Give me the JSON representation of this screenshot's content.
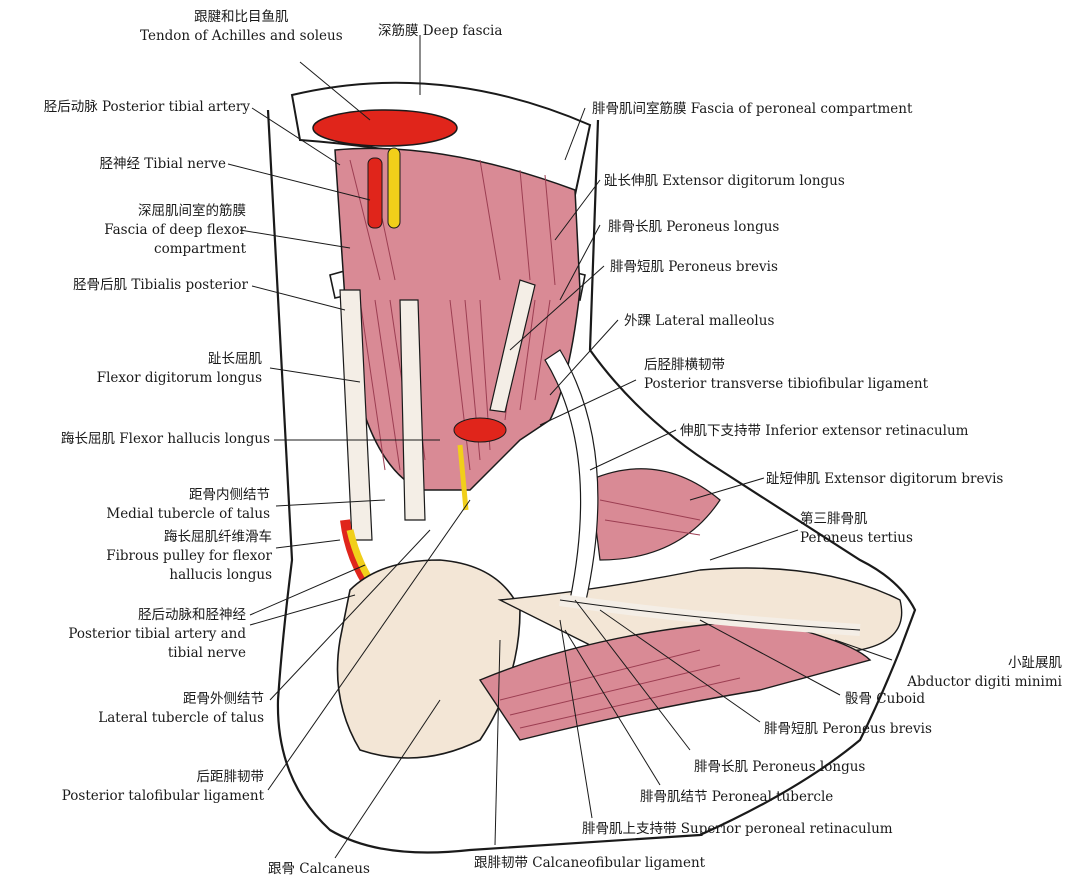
{
  "colors": {
    "muscle": "#d98a95",
    "muscle_dark": "#9c3e52",
    "tendon": "#f4eee6",
    "bone": "#f3e6d6",
    "artery": "#e0251b",
    "nerve": "#f1cf1a",
    "outline": "#1a1a1a",
    "fascia": "#ffffff"
  },
  "labels": {
    "achilles": [
      "跟腱和比目鱼肌",
      "Tendon of Achilles and soleus"
    ],
    "deep_fascia": [
      "深筋膜 Deep fascia"
    ],
    "post_tibial_artery": [
      "胫后动脉 Posterior tibial artery"
    ],
    "tibial_nerve": [
      "胫神经 Tibial nerve"
    ],
    "fascia_deep_flexor": [
      "深屈肌间室的筋膜",
      "Fascia of deep flexor",
      "compartment"
    ],
    "tibialis_posterior": [
      "胫骨后肌 Tibialis posterior"
    ],
    "fdl": [
      "趾长屈肌",
      "Flexor digitorum longus"
    ],
    "fhl": [
      "踇长屈肌 Flexor hallucis longus"
    ],
    "medial_tubercle": [
      "距骨内侧结节",
      "Medial tubercle of talus"
    ],
    "fibrous_pulley": [
      "踇长屈肌纤维滑车",
      "Fibrous pulley for flexor",
      "hallucis longus"
    ],
    "pta_nerve": [
      "胫后动脉和胫神经",
      "Posterior tibial artery and",
      "tibial nerve"
    ],
    "lateral_tubercle": [
      "距骨外侧结节",
      "Lateral tubercle of talus"
    ],
    "post_talofibular": [
      "后距腓韧带",
      "Posterior talofibular ligament"
    ],
    "calcaneus": [
      "跟骨 Calcaneus"
    ],
    "calcaneofibular": [
      "跟腓韧带 Calcaneofibular ligament"
    ],
    "sup_peroneal_ret": [
      "腓骨肌上支持带 Superior peroneal retinaculum"
    ],
    "peroneal_tubercle": [
      "腓骨肌结节 Peroneal tubercle"
    ],
    "peroneus_longus_low": [
      "腓骨长肌 Peroneus longus"
    ],
    "peroneus_brevis_low": [
      "腓骨短肌 Peroneus brevis"
    ],
    "cuboid": [
      "骰骨 Cuboid"
    ],
    "abductor": [
      "小趾展肌",
      "Abductor digiti minimi"
    ],
    "peroneus_tertius": [
      "第三腓骨肌",
      "Peroneus tertius"
    ],
    "edb": [
      "趾短伸肌 Extensor digitorum brevis"
    ],
    "inf_ext_ret": [
      "伸肌下支持带 Inferior extensor retinaculum"
    ],
    "post_transverse": [
      "后胫腓横韧带",
      "Posterior transverse tibiofibular ligament"
    ],
    "lateral_malleolus": [
      "外踝 Lateral malleolus"
    ],
    "peroneus_brevis_up": [
      "腓骨短肌 Peroneus brevis"
    ],
    "peroneus_longus_up": [
      "腓骨长肌 Peroneus longus"
    ],
    "edl": [
      "趾长伸肌 Extensor digitorum longus"
    ],
    "fascia_peroneal": [
      "腓骨肌间室筋膜 Fascia of peroneal compartment"
    ]
  }
}
